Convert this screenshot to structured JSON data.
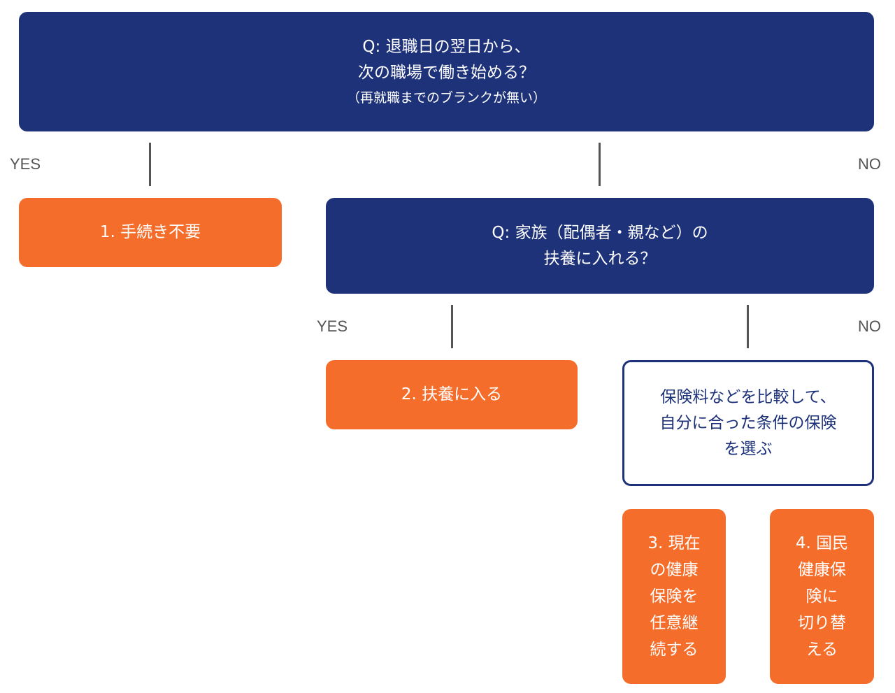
{
  "q1": {
    "line1": "Q: 退職日の翌日から、",
    "line2": "次の職場で働き始める？",
    "line3": "（再就職までのブランクが無い）"
  },
  "labels": {
    "yes": "YES",
    "no": "NO"
  },
  "result1": "1. 手続き不要",
  "q2": {
    "line1": "Q: 家族（配偶者・親など）の",
    "line2": "扶養に入れる？"
  },
  "result2": "2. 扶養に入る",
  "compare": {
    "line1": "保険料などを比較して、",
    "line2": "自分に合った条件の保険",
    "line3": "を選ぶ"
  },
  "result3": [
    "3. 現在",
    "の健康",
    "保険を",
    "任意継",
    "続する"
  ],
  "result4": [
    "4. 国民",
    "健康保",
    "険に",
    "切り替",
    "える"
  ],
  "colors": {
    "navy": "#1e327a",
    "orange": "#f46d2b",
    "connector": "#555555"
  }
}
